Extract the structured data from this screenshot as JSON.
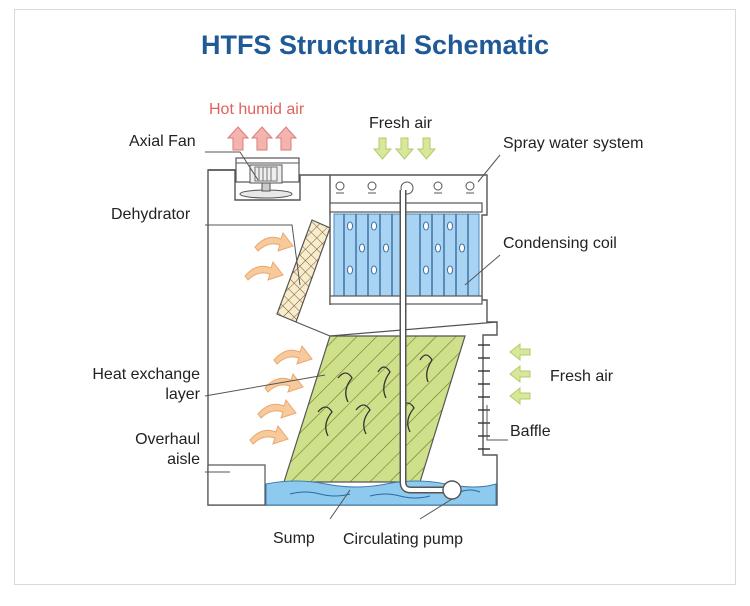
{
  "title": "HTFS Structural Schematic",
  "labels": {
    "hot_humid_air": "Hot humid air",
    "fresh_air_top": "Fresh air",
    "axial_fan": "Axial Fan",
    "spray_water_system": "Spray water system",
    "dehydrator": "Dehydrator",
    "condensing_coil": "Condensing coil",
    "heat_exchange_line1": "Heat exchange",
    "heat_exchange_line2": "layer",
    "fresh_air_side": "Fresh air",
    "baffle": "Baffle",
    "overhaul_line1": "Overhaul",
    "overhaul_line2": "aisle",
    "sump": "Sump",
    "circulating_pump": "Circulating pump"
  },
  "colors": {
    "title": "#1f5a96",
    "hot_air_text": "#e0625c",
    "hot_air_arrow": "#f4b3ae",
    "fresh_air_arrow": "#d7e89a",
    "warm_air_arrow": "#f8c99a",
    "heat_exchange_fill": "#cfe08a",
    "coil_fill": "#a9d3f2",
    "water_fill": "#8ec9ee",
    "outline": "#555555"
  }
}
